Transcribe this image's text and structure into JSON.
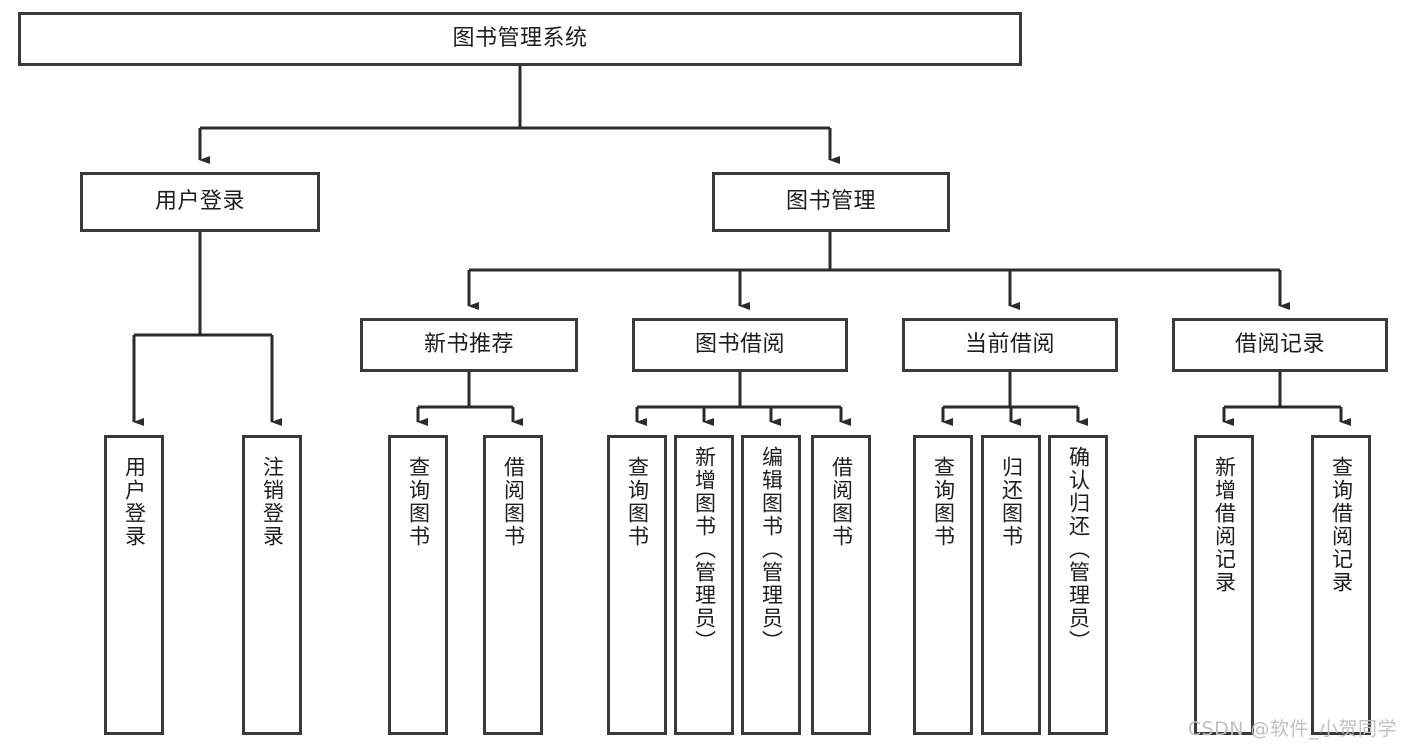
{
  "diagram": {
    "title": "图书管理系统",
    "type": "hierarchy-tree",
    "orientation": "top-down",
    "colors": {
      "box_border": "#3a3a3a",
      "box_fill": "#ffffff",
      "edge": "#2b2b2b",
      "text": "#1d1d1d",
      "watermark": "#c0c0c0",
      "background": "#ffffff"
    },
    "levels": {
      "root": "图书管理系统",
      "level1": [
        "用户登录",
        "图书管理"
      ],
      "level2": [
        "新书推荐",
        "图书借阅",
        "当前借阅",
        "借阅记录"
      ]
    }
  },
  "nodes": {
    "root": {
      "label": "图书管理系统"
    },
    "user_login": {
      "label": "用户登录"
    },
    "book_manage": {
      "label": "图书管理"
    },
    "new_book_rec": {
      "label": "新书推荐"
    },
    "book_borrow": {
      "label": "图书借阅"
    },
    "current_borrow": {
      "label": "当前借阅"
    },
    "borrow_record": {
      "label": "借阅记录"
    },
    "leaf_user_login": {
      "label": "用户登录"
    },
    "leaf_user_logout": {
      "label": "注销登录"
    },
    "leaf_rec_query_book": {
      "label": "查询图书"
    },
    "leaf_rec_borrow_book": {
      "label": "借阅图书"
    },
    "leaf_borrow_query_book": {
      "label": "查询图书"
    },
    "leaf_borrow_add_book": {
      "label": "新增图书（管理员）"
    },
    "leaf_borrow_edit_book": {
      "label": "编辑图书（管理员）"
    },
    "leaf_borrow_borrow_book": {
      "label": "借阅图书"
    },
    "leaf_cur_query_book": {
      "label": "查询图书"
    },
    "leaf_cur_return_book": {
      "label": "归还图书"
    },
    "leaf_cur_confirm_return": {
      "label": "确认归还（管理员）"
    },
    "leaf_rec_add_record": {
      "label": "新增借阅记录"
    },
    "leaf_rec_query_record": {
      "label": "查询借阅记录"
    }
  },
  "watermark": {
    "text": "CSDN @软件_小贺同学"
  }
}
